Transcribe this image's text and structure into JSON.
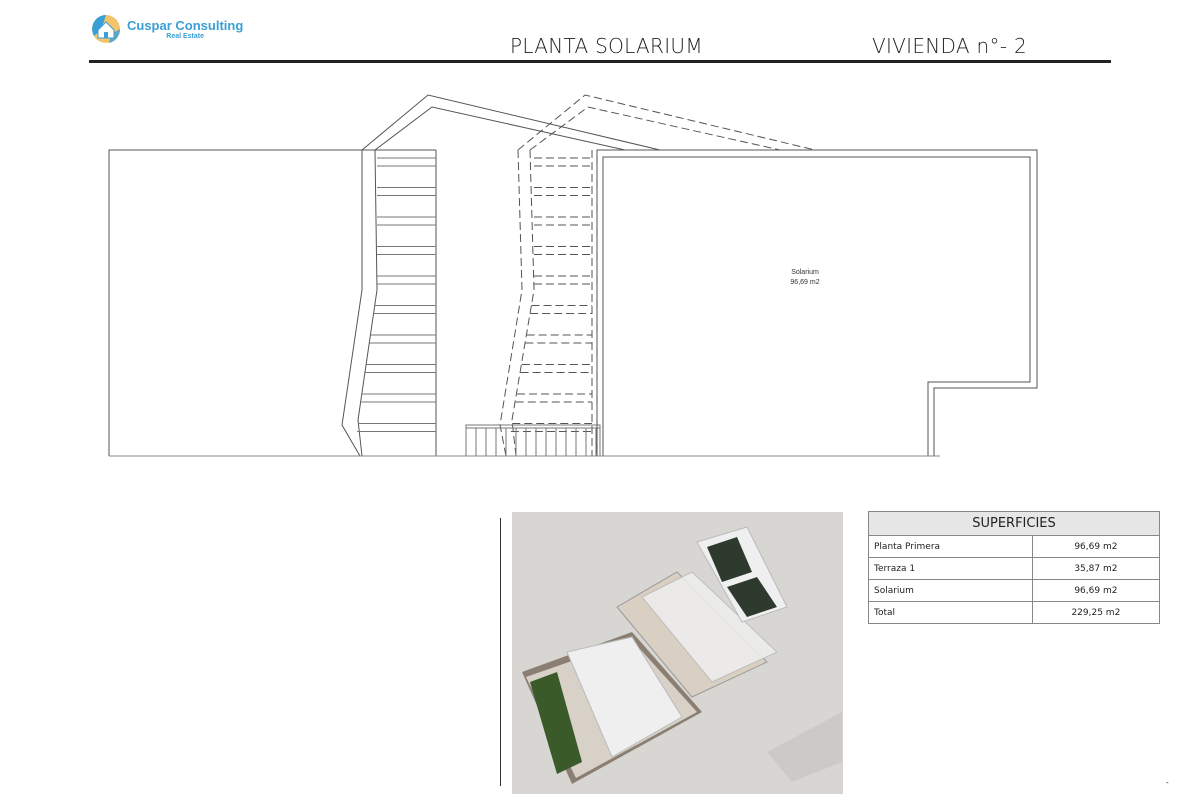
{
  "logo": {
    "name": "Cuspar Consulting",
    "subtitle": "Real Estate"
  },
  "header": {
    "plan_title": "PLANTA SOLARIUM",
    "unit_title": "VIVIENDA n°- 2"
  },
  "plan": {
    "room_name": "Solarium",
    "room_area": "96,69 m2"
  },
  "surfaces": {
    "title": "SUPERFICIES",
    "rows": [
      {
        "label": "Planta Primera",
        "value": "96,69 m2"
      },
      {
        "label": "Terraza 1",
        "value": "35,87 m2"
      },
      {
        "label": "Solarium",
        "value": "96,69 m2"
      },
      {
        "label": "Total",
        "value": "229,25 m2"
      }
    ]
  },
  "colors": {
    "brand": "#3a9fd6",
    "line": "#555555"
  }
}
